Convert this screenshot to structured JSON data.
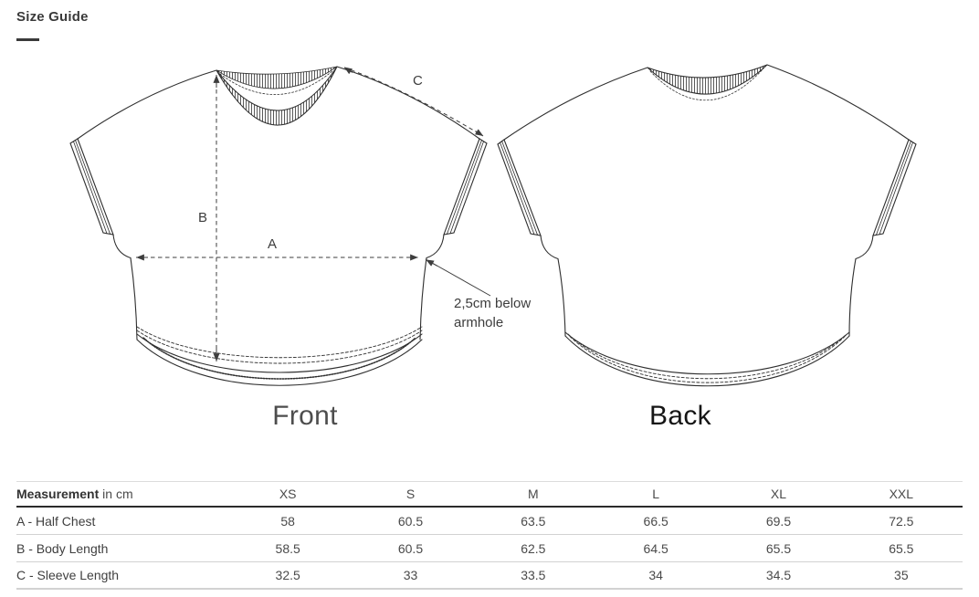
{
  "title": "Size Guide",
  "figure": {
    "front_label": "Front",
    "back_label": "Back",
    "measure_a": "A",
    "measure_b": "B",
    "measure_c": "C",
    "armhole_note": "2,5cm below\narmhole"
  },
  "table": {
    "header_bold": "Measurement",
    "header_unit": "in cm",
    "sizes": [
      "XS",
      "S",
      "M",
      "L",
      "XL",
      "XXL"
    ],
    "rows": [
      {
        "name": "A - Half Chest",
        "values": [
          "58",
          "60.5",
          "63.5",
          "66.5",
          "69.5",
          "72.5"
        ]
      },
      {
        "name": "B - Body Length",
        "values": [
          "58.5",
          "60.5",
          "62.5",
          "64.5",
          "65.5",
          "65.5"
        ]
      },
      {
        "name": "C - Sleeve Length",
        "values": [
          "32.5",
          "33",
          "33.5",
          "34",
          "34.5",
          "35"
        ]
      }
    ]
  },
  "colors": {
    "line_art": "#2f2f2f",
    "measure_line": "#3d3d3d",
    "title_text": "#3a3a3a",
    "front_label_text": "#4d4d4d",
    "back_label_text": "#151515",
    "table_rule_dark": "#2b2b2b",
    "table_rule_light": "#d2d2d2"
  }
}
